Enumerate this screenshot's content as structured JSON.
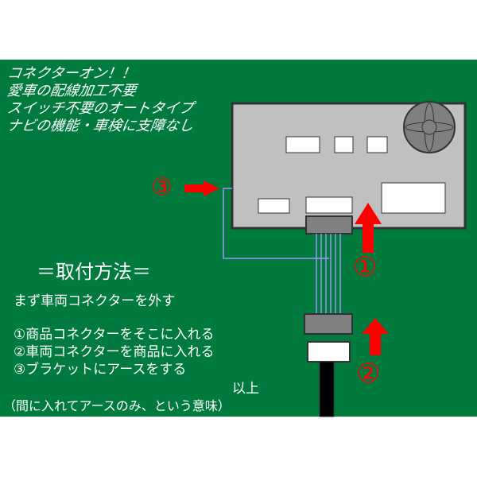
{
  "features": [
    "コネクターオン！！",
    "愛車の配線加工不要",
    "スイッチ不要のオートタイプ",
    "ナビの機能・車検に支障なし"
  ],
  "install": {
    "title": "＝取付方法＝",
    "first": "まず車両コネクターを外す",
    "steps": [
      "①商品コネクターをそこに入れる",
      "②車両コネクターを商品に入れる",
      "③ブラケットにアースをする"
    ],
    "end": "以上",
    "note": "（間に入れてアースのみ、という意味）"
  },
  "markers": {
    "one": "①",
    "two": "②",
    "three": "③"
  },
  "colors": {
    "board": "#007a3d",
    "arrow": "#ff0000",
    "unit": "#c0c0c0",
    "wire": "#9999ee"
  }
}
